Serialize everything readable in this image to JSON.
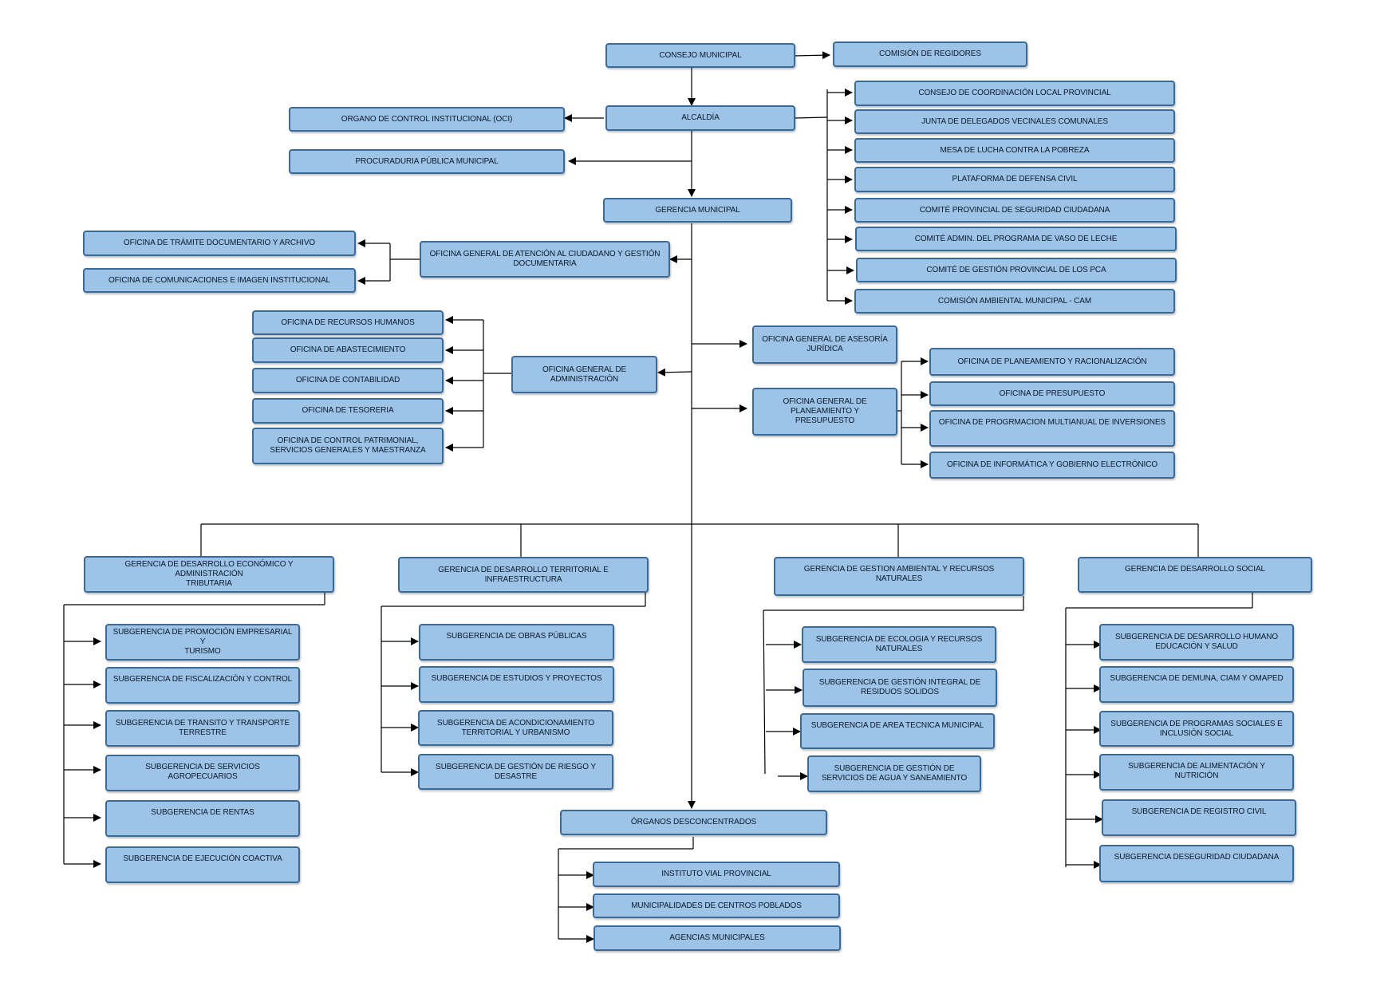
{
  "title": "",
  "nodes": {
    "consejo": "CONSEJO MUNICIPAL",
    "regidores": "COMISIÓN DE REGIDORES",
    "alcaldia": "ALCALDÍA",
    "oci": "ORGANO DE CONTROL INSTITUCIONAL (OCI)",
    "procuraduria": "PROCURADURIA PÚBLICA MUNICIPAL",
    "gerencia_municipal": "GERENCIA MUNICIPAL",
    "ccl": "CONSEJO DE COORDINACIÓN LOCAL PROVINCIAL",
    "junta": "JUNTA DE DELEGADOS VECINALES COMUNALES",
    "mesa": "MESA DE LUCHA CONTRA LA POBREZA",
    "plataforma": "PLATAFORMA DE DEFENSA CIVIL",
    "comite_seg": "COMITÉ PROVINCIAL DE SEGURIDAD CIUDADANA",
    "comite_vaso": "COMITÉ ADMIN. DEL PROGRAMA DE VASO DE LECHE",
    "comite_pca": "COMITÉ DE GESTIÓN PROVINCIAL DE LOS PCA",
    "cam": "COMISIÓN AMBIENTAL MUNICIPAL - CAM",
    "tramite": "OFICINA DE TRÁMITE DOCUMENTARIO Y ARCHIVO",
    "comunicaciones": "OFICINA DE COMUNICACIONES E IMAGEN INSTITUCIONAL",
    "ogacgd": "OFICINA GENERAL DE ATENCIÓN AL CIUDADANO Y GESTIÓN\nDOCUMENTARIA",
    "rrhh": "OFICINA DE RECURSOS HUMANOS",
    "abastecimiento": "OFICINA DE ABASTECIMIENTO",
    "contabilidad": "OFICINA DE CONTABILIDAD",
    "tesoreria": "OFICINA DE TESORERIA",
    "patrimonial": "OFICINA DE CONTROL PATRIMONIAL,\nSERVICIOS GENERALES Y MAESTRANZA",
    "administracion": "OFICINA GENERAL DE\nADMINISTRACIÓN",
    "asesoria": "OFICINA GENERAL DE ASESORÍA\nJURÍDICA",
    "planeamiento": "OFICINA GENERAL DE\nPLANEAMIENTO Y\nPRESUPUESTO",
    "plan_rac": "OFICINA DE PLANEAMIENTO Y RACIONALIZACIÓN",
    "presupuesto": "OFICINA DE PRESUPUESTO",
    "inversiones": "OFICINA DE PROGRMACION MULTIANUAL DE INVERSIONES",
    "informatica": "OFICINA DE INFORMÁTICA Y GOBIERNO ELECTRÓNICO",
    "g_economico": "GERENCIA DE DESARROLLO ECONÓMICO Y ADMINISTRACIÓN\nTRIBUTARIA",
    "g_territorial": "GERENCIA DE DESARROLLO TERRITORIAL E\nINFRAESTRUCTURA",
    "g_ambiental": "GERENCIA DE GESTION AMBIENTAL Y RECURSOS NATURALES",
    "g_social": "GERENCIA DE DESARROLLO SOCIAL",
    "s_promocion": "SUBGERENCIA DE PROMOCIÓN EMPRESARIAL Y\nTURISMO",
    "s_fiscalizacion": "SUBGERENCIA DE FISCALIZACIÓN Y CONTROL",
    "s_transito": "SUBGERENCIA DE TRANSITO Y TRANSPORTE\nTERRESTRE",
    "s_agro": "SUBGERENCIA DE SERVICIOS AGROPECUARIOS",
    "s_rentas": "SUBGERENCIA DE RENTAS",
    "s_coactiva": "SUBGERENCIA DE EJECUCIÓN COACTIVA",
    "s_obras": "SUBGERENCIA DE OBRAS PÚBLICAS",
    "s_estudios": "SUBGERENCIA DE ESTUDIOS Y PROYECTOS",
    "s_acondicionamiento": "SUBGERENCIA DE ACONDICIONAMIENTO\nTERRITORIAL Y URBANISMO",
    "s_riesgo": "SUBGERENCIA DE GESTIÓN DE RIESGO Y\nDESASTRE",
    "s_ecologia": "SUBGERENCIA DE ECOLOGIA Y RECURSOS\nNATURALES",
    "s_residuos": "SUBGERENCIA DE GESTIÓN INTEGRAL DE\nRESIDUOS SOLIDOS",
    "s_area_tecnica": "SUBGERENCIA DE AREA TECNICA MUNICIPAL",
    "s_agua": "SUBGERENCIA DE GESTIÓN DE\nSERVICIOS DE AGUA Y SANEAMIENTO",
    "s_humano": "SUBGERENCIA DE DESARROLLO HUMANO\nEDUCACIÓN Y SALUD",
    "s_demuna": "SUBGERENCIA DE DEMUNA, CIAM Y OMAPED",
    "s_programas": "SUBGERENCIA DE PROGRAMAS SOCIALES E\nINCLUSIÓN SOCIAL",
    "s_alimentacion": "SUBGERENCIA DE ALIMENTACIÓN Y NUTRICIÓN",
    "s_registro": "SUBGERENCIA DE REGISTRO CIVIL",
    "s_seguridad": "SUBGERENCIA DESEGURIDAD CIUDADANA",
    "desconcentrados": "ÓRGANOS DESCONCENTRADOS",
    "vial": "INSTITUTO VIAL PROVINCIAL",
    "centros_poblados": "MUNICIPALIDADES DE CENTROS POBLADOS",
    "agencias": "AGENCIAS MUNICIPALES"
  },
  "colors": {
    "box_fill": "#9dc3e6",
    "box_border": "#3a6a9a",
    "line": "#000000"
  }
}
